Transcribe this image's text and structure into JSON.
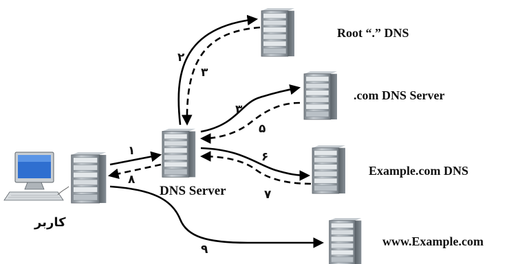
{
  "labels": {
    "root_dns": "Root “.” DNS",
    "com_dns": ".com DNS Server",
    "example_dns": "Example.com DNS",
    "www_server": "www.Example.com",
    "dns_server": "DNS  Server",
    "user": "کاربر"
  },
  "steps": {
    "s1": "۱",
    "s2": "۲",
    "s3a": "۳",
    "s3b": "۳",
    "s5": "۵",
    "s6": "۶",
    "s7": "۷",
    "s8": "۸",
    "s9": "۹"
  },
  "colors": {
    "arrow": "#000000",
    "server_body": "#a9b1b8",
    "server_dark": "#6d757c",
    "server_light": "#dde2e6",
    "monitor_screen": "#2f6fd0"
  },
  "icons": {
    "server": "server-tower-icon",
    "computer": "desktop-computer-icon"
  }
}
